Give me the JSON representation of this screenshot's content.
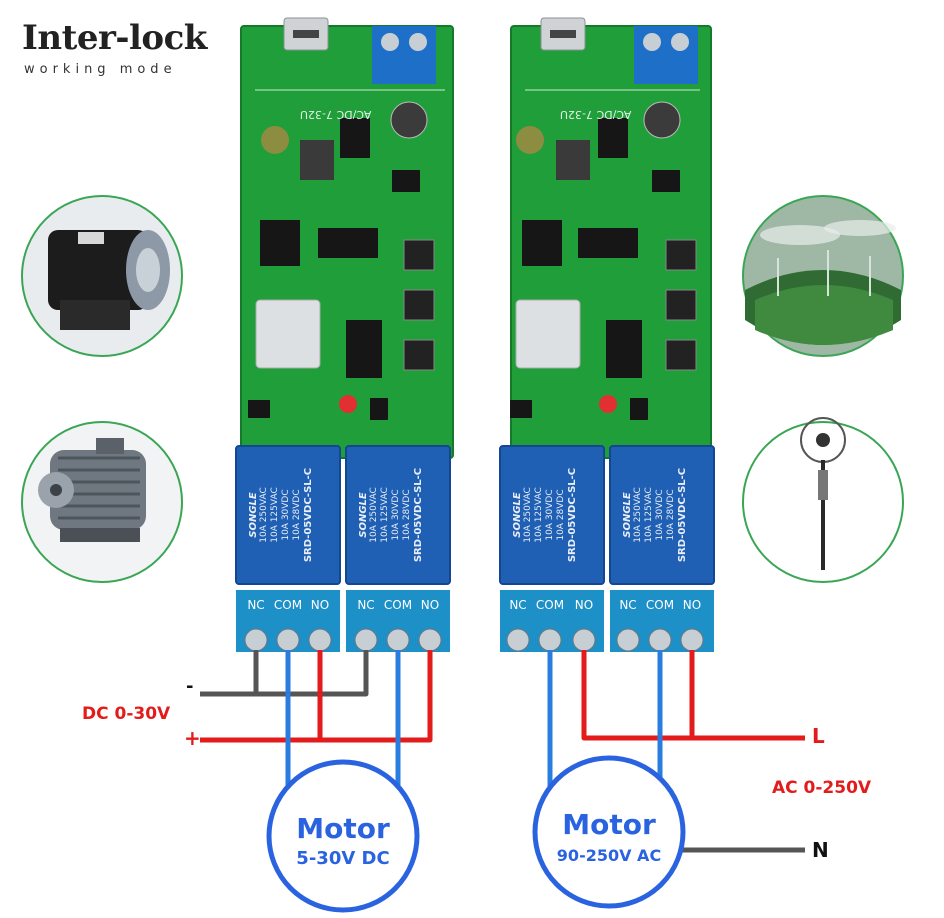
{
  "header": {
    "title": "Inter-lock",
    "subtitle": "working mode"
  },
  "boards": [
    {
      "power_label": "AC/DC 7-32U",
      "relays": [
        {
          "brand": "SONGLE",
          "model": "SRD-05VDC-SL-C",
          "ratings": [
            "10A 250VAC",
            "10A 125VAC",
            "10A 30VDC",
            "10A 28VDC"
          ]
        },
        {
          "brand": "SONGLE",
          "model": "SRD-05VDC-SL-C",
          "ratings": [
            "10A 250VAC",
            "10A 125VAC",
            "10A 30VDC",
            "10A 28VDC"
          ]
        }
      ],
      "terminal_labels": [
        "NC",
        "COM",
        "NO"
      ]
    },
    {
      "power_label": "AC/DC 7-32U",
      "relays": [
        {
          "brand": "SONGLE",
          "model": "SRD-05VDC-SL-C",
          "ratings": [
            "10A 250VAC",
            "10A 125VAC",
            "10A 30VDC",
            "10A 28VDC"
          ]
        },
        {
          "brand": "SONGLE",
          "model": "SRD-05VDC-SL-C",
          "ratings": [
            "10A 250VAC",
            "10A 125VAC",
            "10A 30VDC",
            "10A 28VDC"
          ]
        }
      ],
      "terminal_labels": [
        "NC",
        "COM",
        "NO"
      ]
    }
  ],
  "dc_circuit": {
    "supply_label": "DC 0-30V",
    "minus": "-",
    "plus": "+",
    "motor_name": "Motor",
    "motor_spec": "5-30V DC"
  },
  "ac_circuit": {
    "supply_label": "AC 0-250V",
    "line": "L",
    "neutral": "N",
    "motor_name": "Motor",
    "motor_spec": "90-250V AC"
  },
  "colors": {
    "pcb": "#1f9e3a",
    "pcb_dark": "#137a2a",
    "relay": "#1f5fb4",
    "terminal": "#1e90c8",
    "wire_red": "#e31b1b",
    "wire_blue": "#2a7de0",
    "wire_gray": "#555555",
    "motor": "#2a63e0"
  },
  "icons": [
    "dc-motor-photo",
    "ac-motor-photo",
    "sprinkler-photo",
    "fan-photo"
  ]
}
